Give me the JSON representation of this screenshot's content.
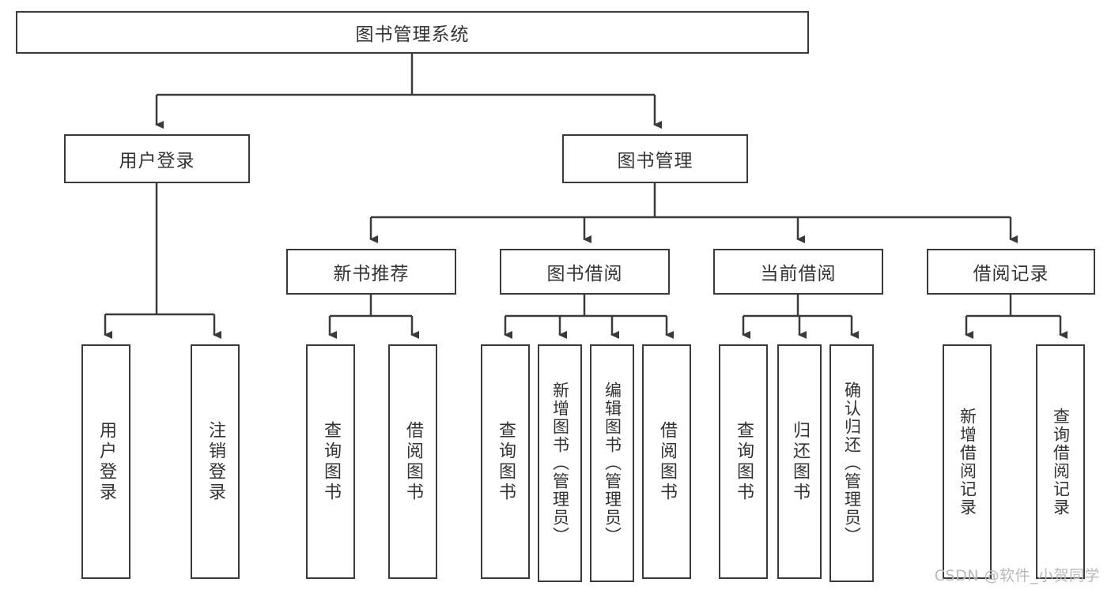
{
  "diagram": {
    "type": "tree-hierarchy",
    "title": "图书管理系统",
    "root": {
      "label": "图书管理系统"
    },
    "level2": [
      {
        "label": "用户登录"
      },
      {
        "label": "图书管理"
      }
    ],
    "level3": [
      {
        "label": "新书推荐"
      },
      {
        "label": "图书借阅"
      },
      {
        "label": "当前借阅"
      },
      {
        "label": "借阅记录"
      }
    ],
    "leaves": {
      "user_login": [
        {
          "label": "用户登录"
        },
        {
          "label": "注销登录"
        }
      ],
      "new_book_recommend": [
        {
          "label": "查询图书"
        },
        {
          "label": "借阅图书"
        }
      ],
      "book_borrow": [
        {
          "label": "查询图书"
        },
        {
          "label": "新增图书（管理员）"
        },
        {
          "label": "编辑图书（管理员）"
        },
        {
          "label": "借阅图书"
        }
      ],
      "current_borrow": [
        {
          "label": "查询图书"
        },
        {
          "label": "归还图书"
        },
        {
          "label": "确认归还（管理员）"
        }
      ],
      "borrow_record": [
        {
          "label": "新增借阅记录"
        },
        {
          "label": "查询借阅记录"
        }
      ]
    }
  },
  "watermark": {
    "text": "CSDN @软件_小贺同学"
  },
  "colors": {
    "stroke": "#3a3a3a",
    "text": "#333333",
    "background": "#ffffff",
    "watermark": "#b9b9b9"
  }
}
